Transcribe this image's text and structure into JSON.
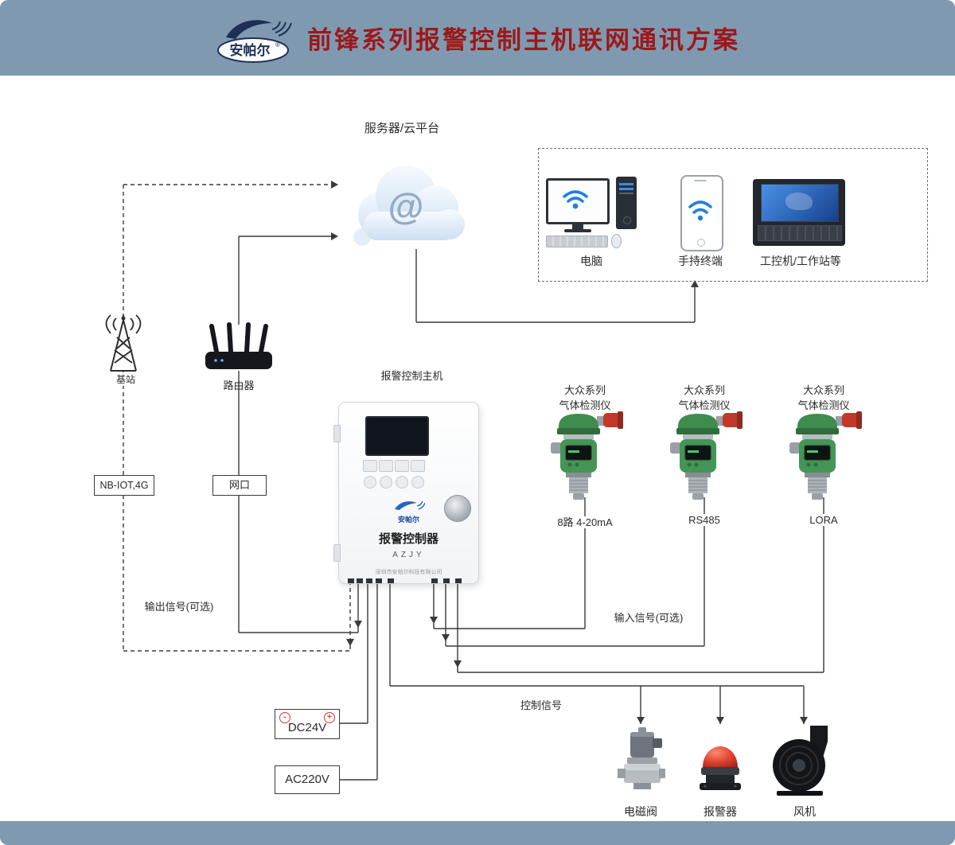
{
  "header": {
    "brand": "安帕尔",
    "brand_reg": "®",
    "title": "前锋系列报警控制主机联网通讯方案"
  },
  "cloud": {
    "label": "服务器/云平台",
    "at_symbol": "@"
  },
  "clients": {
    "computer": "电脑",
    "handheld": "手持终端",
    "workstation": "工控机/工作站等"
  },
  "network": {
    "base_station": "基站",
    "router": "路由器",
    "nbiot": "NB-IOT,4G",
    "lan_port": "网口"
  },
  "controller": {
    "label": "报警控制主机",
    "brand": "安帕尔",
    "device_name": "报警控制器",
    "model": "AZJY",
    "company": "深圳市安帕尔科技有限公司"
  },
  "detectors": [
    {
      "series": "大众系列",
      "name": "气体检测仪",
      "signal": "8路 4-20mA"
    },
    {
      "series": "大众系列",
      "name": "气体检测仪",
      "signal": "RS485"
    },
    {
      "series": "大众系列",
      "name": "气体检测仪",
      "signal": "LORA"
    }
  ],
  "signals": {
    "output": "输出信号(可选)",
    "input": "输入信号(可选)",
    "control": "控制信号"
  },
  "power": {
    "dc": "DC24V",
    "ac": "AC220V",
    "minus": "-",
    "plus": "+"
  },
  "actuators": {
    "valve": "电磁阀",
    "alarm": "报警器",
    "fan": "风机"
  },
  "colors": {
    "band": "#7f9ab0",
    "title": "#9c181b",
    "line": "#3a3a3a",
    "detector_green": "#449556",
    "alarm_red": "#d03a2b",
    "wifi_blue": "#1f7fe0"
  }
}
